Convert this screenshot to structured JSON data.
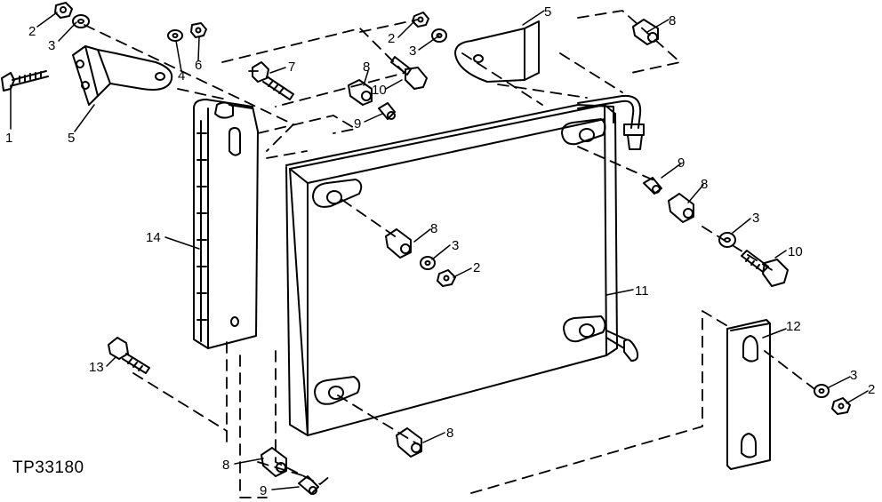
{
  "figure_id": "TP33180",
  "callouts": {
    "c1": "1",
    "c2a": "2",
    "c3a": "3",
    "c4": "4",
    "c6": "6",
    "c5a": "5",
    "c7": "7",
    "c8a": "8",
    "c10a": "10",
    "c9a": "9",
    "c2b": "2",
    "c3b": "3",
    "c5b": "5",
    "c8b": "8",
    "c14": "14",
    "c8c": "8",
    "c3c": "3",
    "c2c": "2",
    "c9b": "9",
    "c8d": "8",
    "c3d": "3",
    "c10b": "10",
    "c11": "11",
    "c12": "12",
    "c13": "13",
    "c3e": "3",
    "c2d": "2",
    "c8e": "8",
    "c8f": "8",
    "c9c": "9"
  }
}
